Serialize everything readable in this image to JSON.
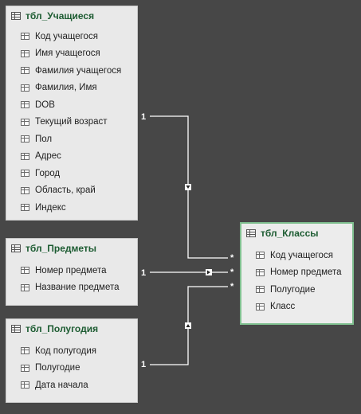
{
  "tables": {
    "students": {
      "title": "тбл_Учащиеся",
      "fields": [
        "Код учащегося",
        "Имя учащегося",
        "Фамилия учащегося",
        "Фамилия, Имя",
        "DOB",
        "Текущий возраст",
        "Пол",
        "Адрес",
        "Город",
        "Область, край",
        "Индекс"
      ]
    },
    "subjects": {
      "title": "тбл_Предметы",
      "fields": [
        "Номер предмета",
        "Название предмета"
      ]
    },
    "semesters": {
      "title": "тбл_Полугодия",
      "fields": [
        "Код полугодия",
        "Полугодие",
        "Дата начала"
      ]
    },
    "classes": {
      "title": "тбл_Классы",
      "fields": [
        "Код учащегося",
        "Номер предмета",
        "Полугодие",
        "Класс"
      ]
    }
  },
  "relationships": [
    {
      "from": "students",
      "to": "classes",
      "one_label": "1",
      "many_label": "*"
    },
    {
      "from": "subjects",
      "to": "classes",
      "one_label": "1",
      "many_label": "*"
    },
    {
      "from": "semesters",
      "to": "classes",
      "one_label": "1",
      "many_label": "*"
    }
  ],
  "colors": {
    "background": "#474747",
    "line": "#ffffff",
    "title": "#1d5c32",
    "selected_border": "#7fbf8f"
  }
}
